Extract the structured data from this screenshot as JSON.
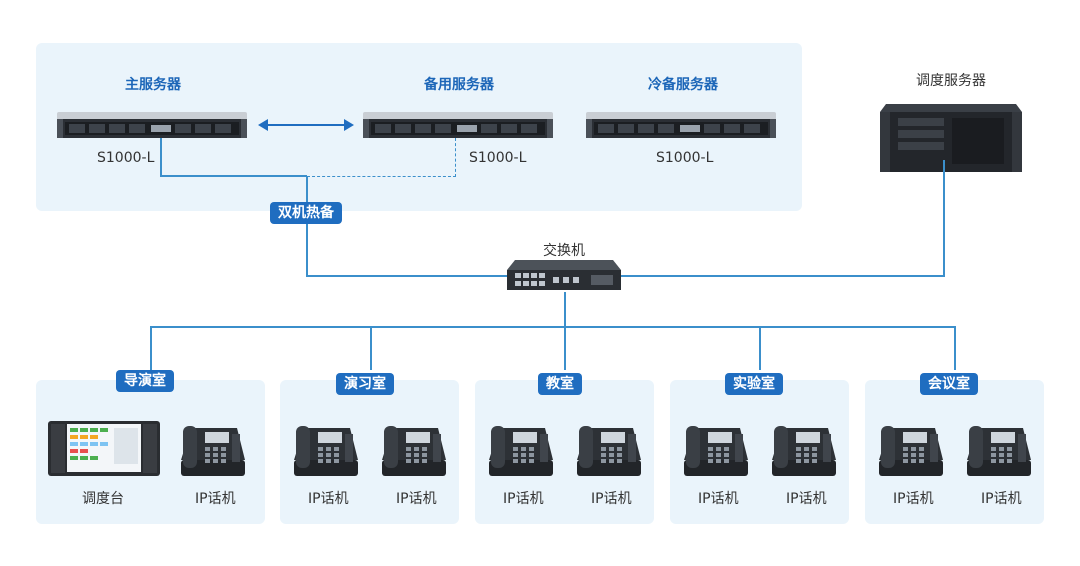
{
  "servers": {
    "main": {
      "title": "主服务器",
      "model": "S1000-L"
    },
    "backup": {
      "title": "备用服务器",
      "model": "S1000-L"
    },
    "cold": {
      "title": "冷备服务器",
      "model": "S1000-L"
    },
    "dispatch": {
      "title": "调度服务器"
    }
  },
  "hot_standby_label": "双机热备",
  "switch_label": "交换机",
  "rooms": [
    {
      "name": "导演室",
      "devices": [
        "调度台",
        "IP话机"
      ]
    },
    {
      "name": "演习室",
      "devices": [
        "IP话机",
        "IP话机"
      ]
    },
    {
      "name": "教室",
      "devices": [
        "IP话机",
        "IP话机"
      ]
    },
    {
      "name": "实验室",
      "devices": [
        "IP话机",
        "IP话机"
      ]
    },
    {
      "name": "会议室",
      "devices": [
        "IP话机",
        "IP话机"
      ]
    }
  ],
  "colors": {
    "accent": "#1f6dc0",
    "line": "#3b8fcb",
    "panel": "#eaf4fb"
  },
  "icons": [
    "rack-server-icon",
    "tower-server-icon",
    "network-switch-icon",
    "ip-phone-icon",
    "dispatch-console-icon",
    "double-arrow-icon"
  ]
}
